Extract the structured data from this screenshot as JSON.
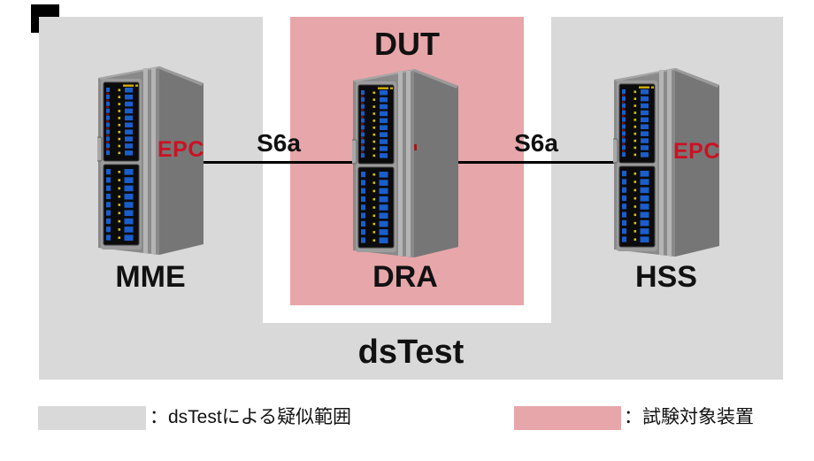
{
  "diagram": {
    "dut_label": "DUT",
    "dstest_label": "dsTest",
    "nodes": [
      {
        "id": "mme",
        "name": "MME",
        "badge": "EPC"
      },
      {
        "id": "dra",
        "name": "DRA",
        "badge": ""
      },
      {
        "id": "hss",
        "name": "HSS",
        "badge": "EPC"
      }
    ],
    "links": [
      {
        "label": "S6a"
      },
      {
        "label": "S6a"
      }
    ]
  },
  "legend": {
    "items": [
      {
        "label": "：dsTestによる疑似範囲",
        "color": "#d9d9d9"
      },
      {
        "label": "：試験対象装置",
        "color": "#e7a6a9"
      }
    ]
  },
  "colors": {
    "dstest_region": "#d9d9d9",
    "dut_region": "#e7a6a9",
    "epc_text": "#cc1122",
    "link_line": "#000000",
    "label_text": "#111111"
  }
}
